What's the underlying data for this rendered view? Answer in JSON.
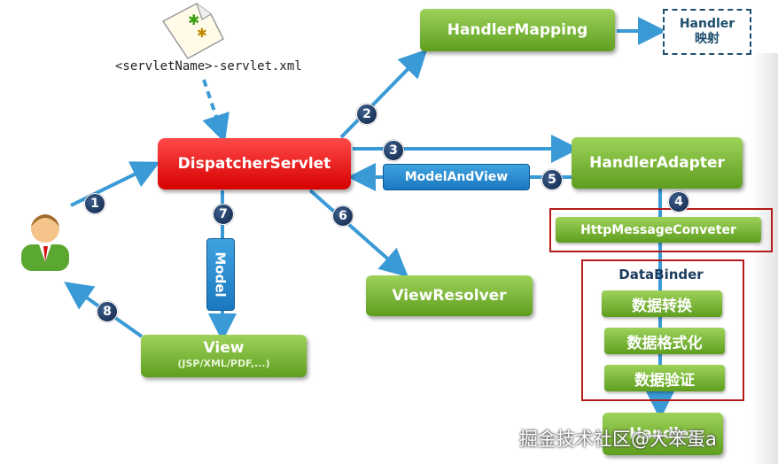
{
  "config_file": {
    "caption": "<servletName>-servlet.xml"
  },
  "dispatcher": {
    "label": "DispatcherServlet"
  },
  "handler_mapping": {
    "label": "HandlerMapping"
  },
  "handler_box": {
    "line1": "Handler",
    "line2": "映射"
  },
  "handler_adapter": {
    "label": "HandlerAdapter"
  },
  "model_and_view": {
    "label": "ModelAndView"
  },
  "view_resolver": {
    "label": "ViewResolver"
  },
  "view": {
    "label": "View",
    "sub": "(JSP/XML/PDF,...)"
  },
  "model": {
    "label": "Model"
  },
  "http_converter": {
    "label": "HttpMessageConveter"
  },
  "data_binder": {
    "label": "DataBinder",
    "items": [
      "数据转换",
      "数据格式化",
      "数据验证"
    ]
  },
  "handler_bottom": {
    "label": "Handler"
  },
  "steps": [
    "1",
    "2",
    "3",
    "4",
    "5",
    "6",
    "7",
    "8"
  ],
  "watermark": "掘金技术社区@大笨蛋a",
  "colors": {
    "green": "#6aab2a",
    "red": "#e00000",
    "blue": "#1f80c8",
    "arrow": "#3a9ad6",
    "badge": "#0e2447"
  }
}
